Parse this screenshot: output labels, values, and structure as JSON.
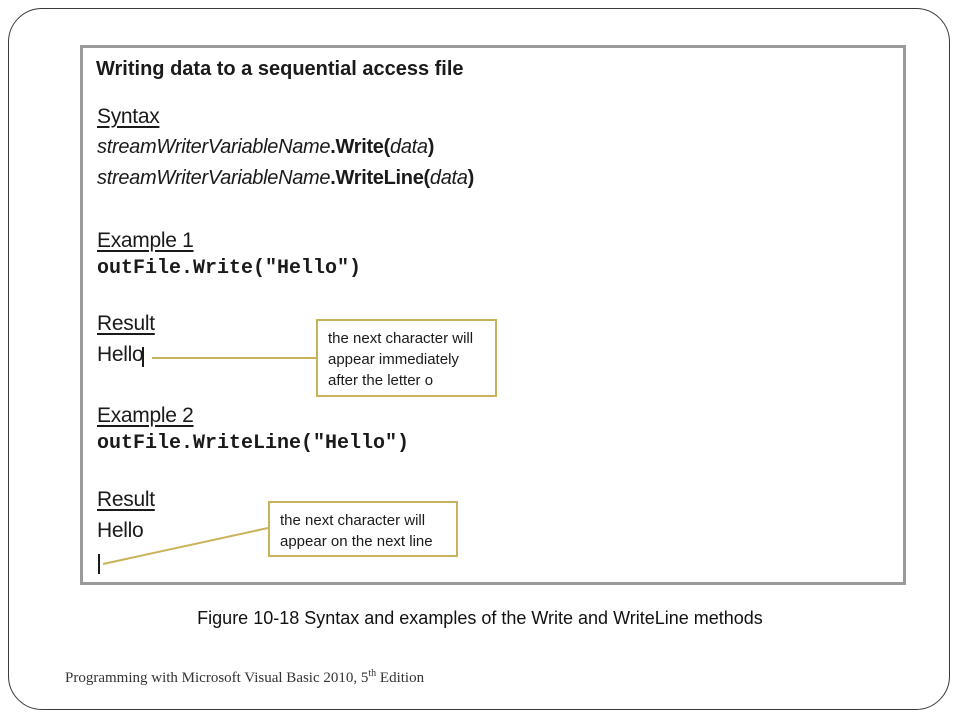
{
  "figure": {
    "heading": "Writing data to a sequential access file",
    "syntax": {
      "label": "Syntax",
      "lines": [
        {
          "variable": "streamWriterVariableName",
          "method": ".Write(",
          "arg": "data",
          "close": ")"
        },
        {
          "variable": "streamWriterVariableName",
          "method": ".WriteLine(",
          "arg": "data",
          "close": ")"
        }
      ]
    },
    "example1": {
      "label": "Example 1",
      "code": "outFile.Write(\"Hello\")",
      "result_label": "Result",
      "result_text": "Hello",
      "callout": [
        "the next character will",
        "appear immediately",
        "after the letter o"
      ]
    },
    "example2": {
      "label": "Example 2",
      "code": "outFile.WriteLine(\"Hello\")",
      "result_label": "Result",
      "result_text": "Hello",
      "callout": [
        "the next character will",
        "appear on the next line"
      ]
    }
  },
  "caption": "Figure 10-18 Syntax and examples of the Write and WriteLine methods",
  "footer": {
    "text": "Programming with Microsoft Visual Basic 2010, 5",
    "sup": "th",
    "suffix": " Edition"
  },
  "colors": {
    "figure_border": "#9a9a9a",
    "callout_border": "#c9b35a",
    "frame_border": "#3a3a3a"
  }
}
